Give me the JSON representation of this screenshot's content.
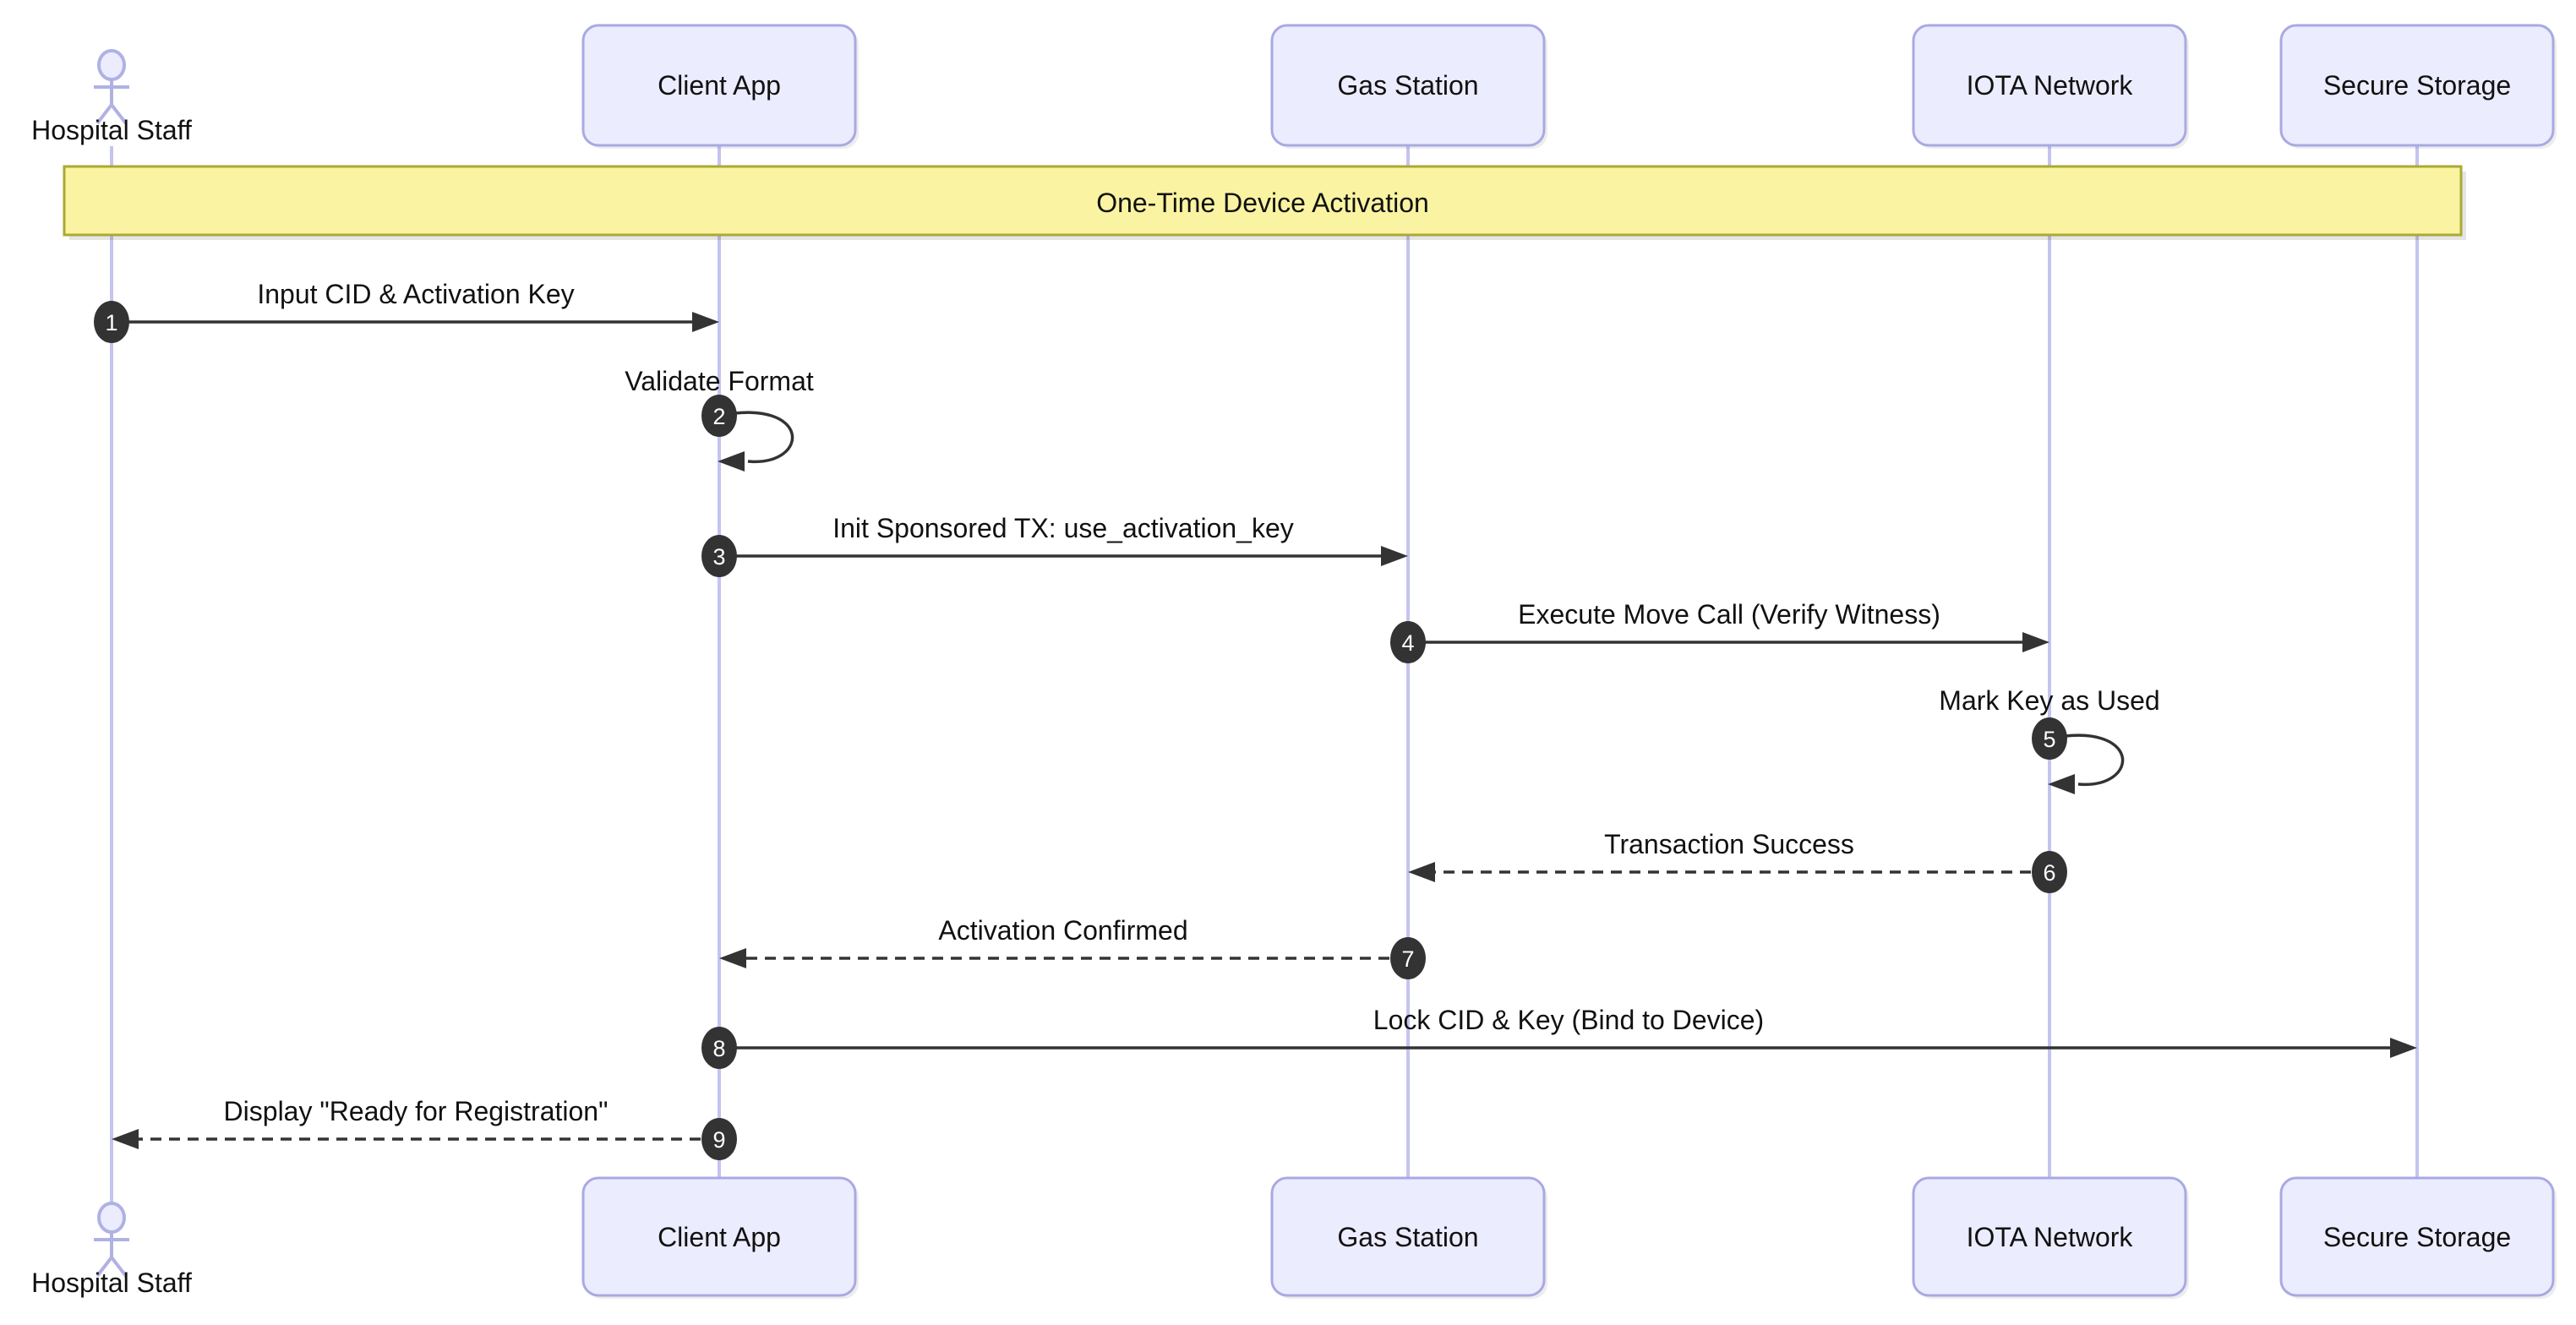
{
  "seq": {
    "band_title": "One-Time Device Activation",
    "participants": [
      {
        "name": "Hospital Staff",
        "kind": "actor"
      },
      {
        "name": "Client App",
        "kind": "participant"
      },
      {
        "name": "Gas Station",
        "kind": "participant"
      },
      {
        "name": "IOTA Network",
        "kind": "participant"
      },
      {
        "name": "Secure Storage",
        "kind": "participant"
      }
    ],
    "messages": [
      {
        "num": "1",
        "text": "Input CID & Activation Key",
        "from": "Hospital Staff",
        "to": "Client App",
        "line": "solid"
      },
      {
        "num": "2",
        "text": "Validate Format",
        "from": "Client App",
        "to": "Client App",
        "line": "self"
      },
      {
        "num": "3",
        "text": "Init Sponsored TX: use_activation_key",
        "from": "Client App",
        "to": "Gas Station",
        "line": "solid"
      },
      {
        "num": "4",
        "text": "Execute Move Call (Verify Witness)",
        "from": "Gas Station",
        "to": "IOTA Network",
        "line": "solid"
      },
      {
        "num": "5",
        "text": "Mark Key as Used",
        "from": "IOTA Network",
        "to": "IOTA Network",
        "line": "self"
      },
      {
        "num": "6",
        "text": "Transaction Success",
        "from": "IOTA Network",
        "to": "Gas Station",
        "line": "dashed"
      },
      {
        "num": "7",
        "text": "Activation Confirmed",
        "from": "Gas Station",
        "to": "Client App",
        "line": "dashed"
      },
      {
        "num": "8",
        "text": "Lock CID & Key (Bind to Device)",
        "from": "Client App",
        "to": "Secure Storage",
        "line": "solid"
      },
      {
        "num": "9",
        "text": "Display \"Ready for Registration\"",
        "from": "Client App",
        "to": "Hospital Staff",
        "line": "dashed"
      }
    ],
    "colors": {
      "participant_fill": "#ECECFF",
      "participant_border": "#A9A9E3",
      "lifeline": "#C3C4F0",
      "band_fill": "#FAF3A1",
      "band_border": "#AAAA33",
      "arrow": "#333333",
      "number_badge": "#333333"
    }
  }
}
